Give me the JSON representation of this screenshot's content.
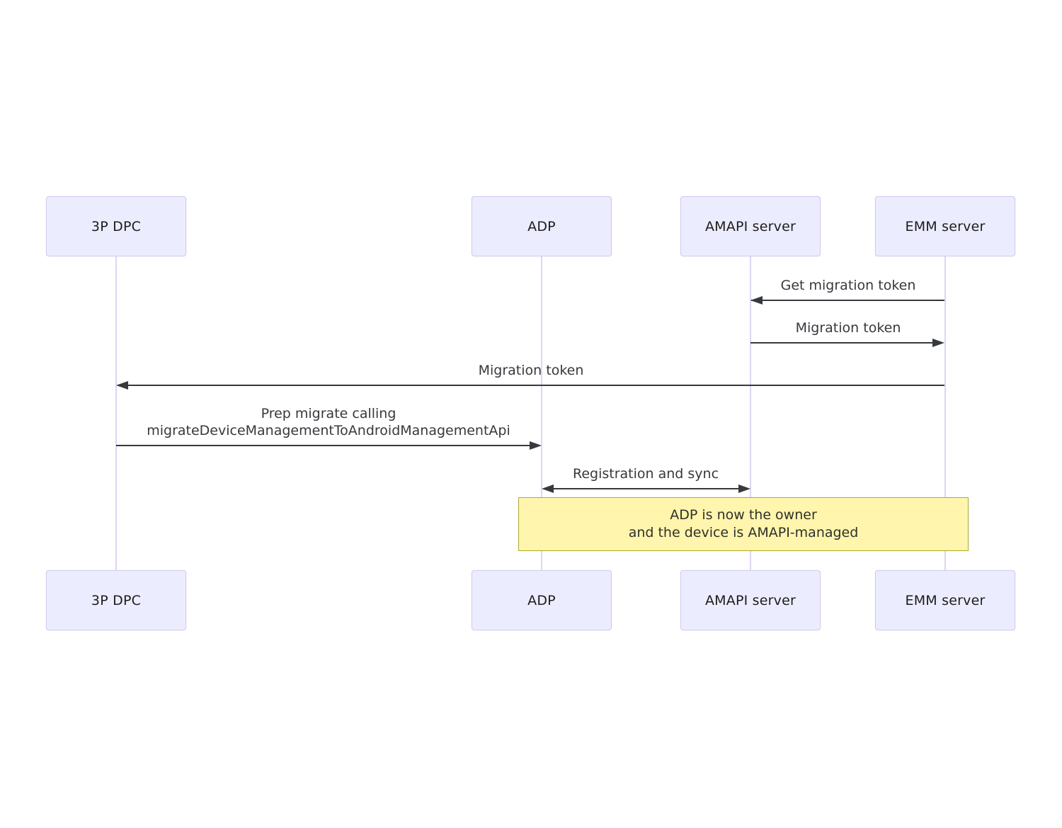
{
  "diagram": {
    "type": "sequence",
    "actors": [
      {
        "id": "3p-dpc",
        "label": "3P DPC"
      },
      {
        "id": "adp",
        "label": "ADP"
      },
      {
        "id": "amapi-server",
        "label": "AMAPI server"
      },
      {
        "id": "emm-server",
        "label": "EMM server"
      }
    ],
    "messages": [
      {
        "from": "EMM server",
        "to": "AMAPI server",
        "arrow": "left",
        "label_lines": [
          "Get migration token"
        ]
      },
      {
        "from": "AMAPI server",
        "to": "EMM server",
        "arrow": "right",
        "label_lines": [
          "Migration token"
        ]
      },
      {
        "from": "EMM server",
        "to": "3P DPC",
        "arrow": "left",
        "label_lines": [
          "Migration token"
        ]
      },
      {
        "from": "3P DPC",
        "to": "ADP",
        "arrow": "right",
        "label_lines": [
          "Prep migrate calling",
          "migrateDeviceManagementToAndroidManagementApi"
        ]
      },
      {
        "from": "ADP",
        "to": "AMAPI server",
        "arrow": "both",
        "label_lines": [
          "Registration and sync"
        ]
      }
    ],
    "note": {
      "over": [
        "ADP",
        "EMM server"
      ],
      "lines": [
        "ADP is now the owner",
        "and the device is AMAPI-managed"
      ]
    },
    "colors": {
      "actor_fill": "#ECECFF",
      "actor_border": "#D2CBEE",
      "lifeline": "#DDD6F1",
      "arrow": "#36393D",
      "note_fill": "#FFF5AD",
      "note_border": "#AAAA33"
    }
  }
}
